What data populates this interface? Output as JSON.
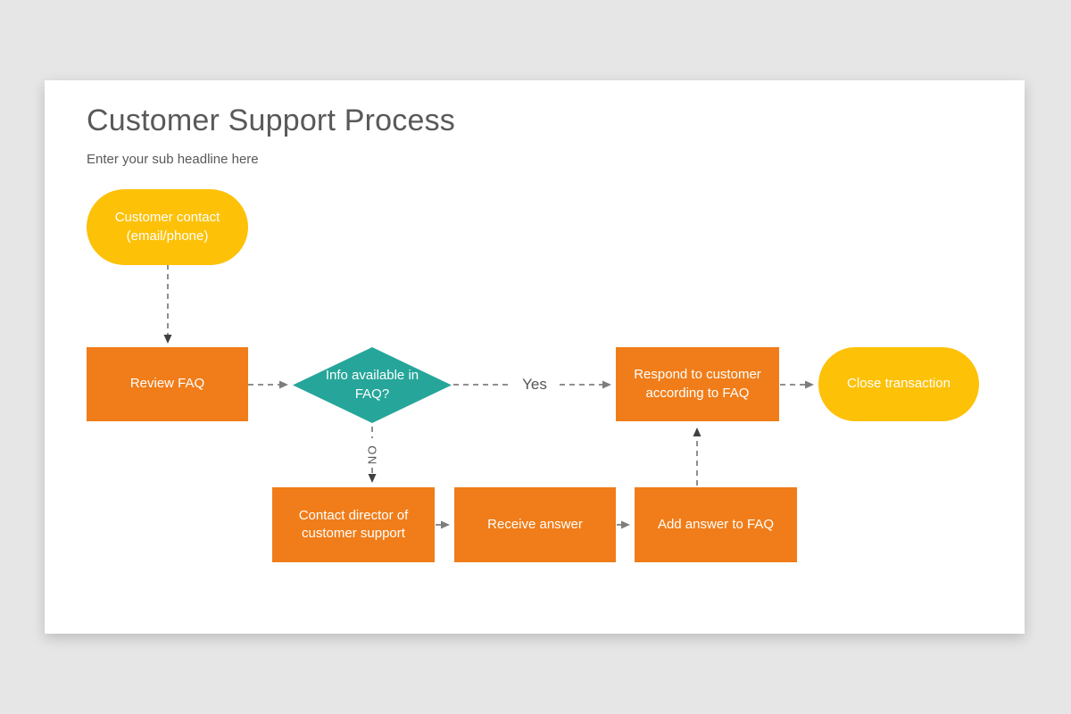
{
  "page": {
    "title": "Customer Support Process",
    "subtitle": "Enter your sub headline here"
  },
  "flowchart": {
    "nodes": [
      {
        "id": "customer-contact",
        "type": "terminator",
        "label": "Customer contact (email/phone)",
        "color": "#fdc108"
      },
      {
        "id": "review-faq",
        "type": "process",
        "label": "Review FAQ",
        "color": "#f07d19"
      },
      {
        "id": "info-available",
        "type": "decision",
        "label": "Info available in FAQ?",
        "color": "#26a69a"
      },
      {
        "id": "respond-to-customer",
        "type": "process",
        "label": "Respond to customer according to FAQ",
        "color": "#f07d19"
      },
      {
        "id": "close-transaction",
        "type": "terminator",
        "label": "Close transaction",
        "color": "#fdc108"
      },
      {
        "id": "contact-director",
        "type": "process",
        "label": "Contact director of customer support",
        "color": "#f07d19"
      },
      {
        "id": "receive-answer",
        "type": "process",
        "label": "Receive answer",
        "color": "#f07d19"
      },
      {
        "id": "add-answer",
        "type": "process",
        "label": "Add answer to FAQ",
        "color": "#f07d19"
      }
    ],
    "edges": [
      {
        "from": "customer-contact",
        "to": "review-faq",
        "label": ""
      },
      {
        "from": "review-faq",
        "to": "info-available",
        "label": ""
      },
      {
        "from": "info-available",
        "to": "respond-to-customer",
        "label": "Yes"
      },
      {
        "from": "respond-to-customer",
        "to": "close-transaction",
        "label": ""
      },
      {
        "from": "info-available",
        "to": "contact-director",
        "label": "NO"
      },
      {
        "from": "contact-director",
        "to": "receive-answer",
        "label": ""
      },
      {
        "from": "receive-answer",
        "to": "add-answer",
        "label": ""
      },
      {
        "from": "add-answer",
        "to": "respond-to-customer",
        "label": ""
      }
    ],
    "edge_labels": {
      "yes": "Yes",
      "no": "NO"
    }
  },
  "colors": {
    "background": "#e7e6e6",
    "card": "#ffffff",
    "orange": "#f07d19",
    "yellow": "#fdc108",
    "teal": "#26a69a",
    "heading_text": "#58595b",
    "shape_text": "#ffffff",
    "edge_label_text": "#555555",
    "connector_dash": "#8f8f8f",
    "arrowhead_vertical": "#404040",
    "arrowhead_horizontal": "#7d7d7d"
  }
}
